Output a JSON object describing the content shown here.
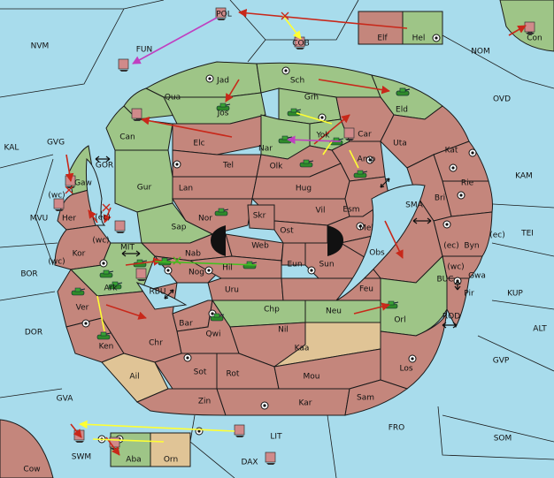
{
  "colors": {
    "sea": "#a8dcec",
    "land_a": "#c4867c",
    "land_b": "#9ec587",
    "land_c": "#e0c496",
    "lake": "#a8dcec",
    "move_red": "#c8281a",
    "move_yellow": "#ffff33",
    "move_magenta": "#c040c0",
    "move_green": "#44c020"
  },
  "map": {
    "sea_labels": [
      "POL",
      "NVM",
      "FUN",
      "COB",
      "NOM",
      "OVD",
      "KAL",
      "GVG",
      "GOR",
      "MVU",
      "MIT",
      "BOR",
      "RBU",
      "DOR",
      "SMA",
      "TEI",
      "KAM",
      "BUC",
      "KUP",
      "ROD",
      "ALT",
      "GVP",
      "GVA",
      "FRO",
      "SOM",
      "LIT",
      "DAX",
      "SWM",
      "(wc)",
      "(ec)",
      "(wc)",
      "(wc)",
      "(ec)",
      "(wc)",
      "(ec)"
    ],
    "land_labels": [
      "Elf",
      "Hel",
      "Con",
      "Jad",
      "Sch",
      "Qua",
      "Jos",
      "Eld",
      "Grh",
      "Can",
      "Elc",
      "Yok",
      "Car",
      "Uta",
      "Nar",
      "Amp",
      "Kat",
      "Tel",
      "Olk",
      "Gaw",
      "Gur",
      "Lan",
      "Hug",
      "Rie",
      "Bri",
      "Vil",
      "Esm",
      "Her",
      "Nor",
      "Skr",
      "Sap",
      "Ost",
      "Mel",
      "Byn",
      "Kor",
      "Web",
      "Nab",
      "Obs",
      "Eun",
      "Sun",
      "Gwa",
      "Nog",
      "Hil",
      "Pir",
      "Ark",
      "Uru",
      "Feu",
      "Ver",
      "Chp",
      "Neu",
      "Orl",
      "Bar",
      "Qwi",
      "Nil",
      "Ken",
      "Chr",
      "Kaa",
      "Ail",
      "Sot",
      "Rot",
      "Mou",
      "Los",
      "Zin",
      "Kar",
      "Sam",
      "Aba",
      "Orn",
      "Cow"
    ]
  }
}
